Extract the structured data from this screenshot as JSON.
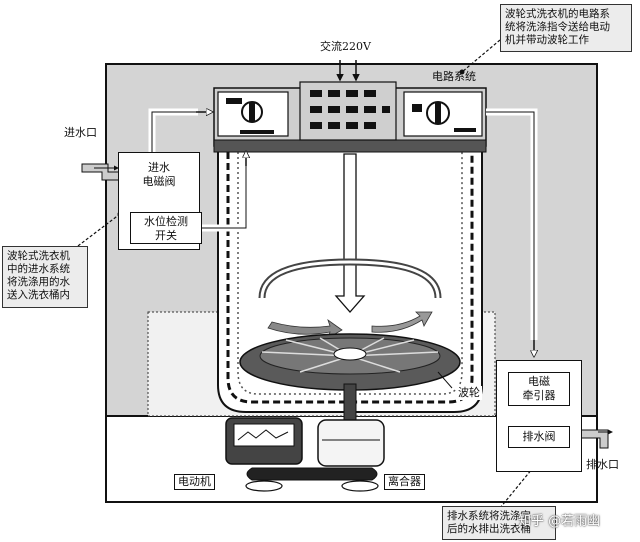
{
  "labels": {
    "inlet": "进水口",
    "ac_power": "交流220V",
    "circuit_system": "电路系统",
    "pulsator": "波轮",
    "motor": "电动机",
    "clutch": "离合器",
    "drain_outlet": "排水口"
  },
  "boxes": {
    "inlet_valve": "进水\n电磁阀",
    "level_switch": "水位检测\n开关",
    "traction_magnet": "电磁\n牵引器",
    "drain_valve": "排水阀"
  },
  "notes": {
    "circuit_note": "波轮式洗衣机的电路系\n统将洗涤指令送给电动\n机并带动波轮工作",
    "inlet_note": "波轮式洗衣机\n中的进水系统\n将洗涤用的水\n送入洗衣桶内",
    "drain_note": "排水系统将洗涤完\n后的水排出洗衣桶"
  },
  "watermark": "知乎 @若雨幽"
}
